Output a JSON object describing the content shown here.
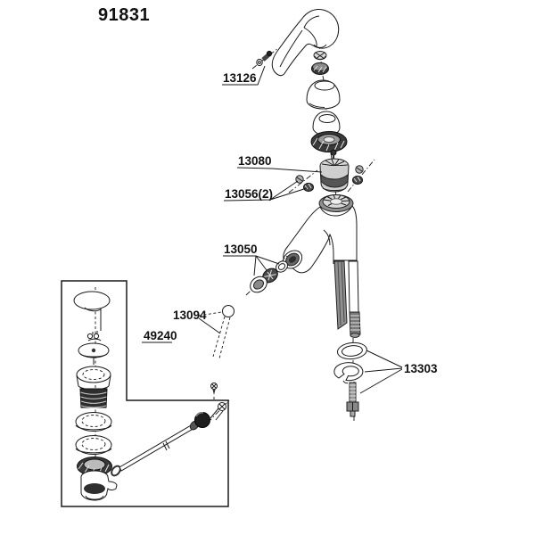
{
  "colors": {
    "background": "#ffffff",
    "line": "#1a1a1a"
  },
  "title": "91831",
  "labels": {
    "handle_screw": "13126",
    "cartridge": "13080",
    "mounting_screws": "13056(2)",
    "aerator": "13050",
    "lift_rod": "13094",
    "drain_assembly": "49240",
    "fixing_set": "13303"
  }
}
